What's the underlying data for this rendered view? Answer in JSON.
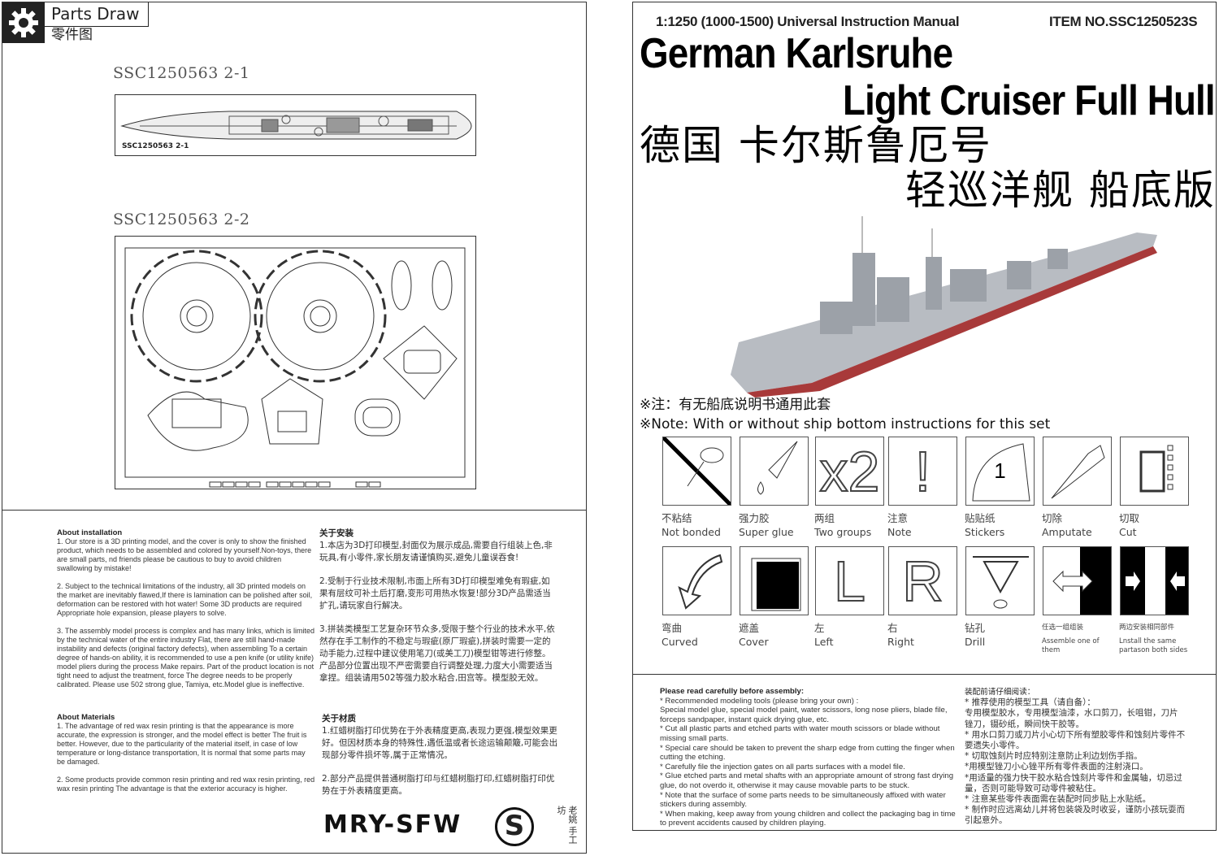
{
  "left": {
    "header": {
      "title": "Parts Draw",
      "subtitle": "零件图",
      "icon": "gear-icon"
    },
    "sheets": [
      {
        "label": "SSC1250563   2-1",
        "inner_label": "SSC1250563   2-1"
      },
      {
        "label": "SSC1250563   2-2"
      }
    ],
    "install_en": {
      "title": "About installation",
      "paras": [
        "1. Our store is a 3D printing model, and the cover is only to show the finished product, which needs to be assembled and colored by yourself.Non-toys, there are small parts,  nd friends please be cautious to buy to avoid children swallowing by mistake!",
        "2. Subject to the technical limitations of the industry, all 3D printed models on the market are inevitably flawed,If there is lamination can be polished after soil, deformation can be restored with hot water! Some 3D products are required Appropriate hole expansion, please players to solve.",
        "3. The assembly model process is complex and has many links, which is limited by the technical water of the entire industry Flat, there are still hand-made instability and defects (original factory defects), when assembling To a certain degree of hands-on ability, it is recommended to use a pen knife (or utility knife) model pliers during the process Make repairs. Part of the product location is not tight need to adjust the treatment, force The degree needs to be properly calibrated. Please use 502 strong glue, Tamiya, etc.Model glue is ineffective."
      ]
    },
    "materials_en": {
      "title": "About Materials",
      "paras": [
        "1. The advantage of red wax resin printing is that the appearance is more accurate, the expression is stronger, and the model effect is better The fruit is better. However, due to the particularity of the material itself, in case of low temperature or long-distance transportation, It is normal that some parts may be damaged.",
        "2. Some products provide common resin printing and red wax resin printing, red wax resin printing The advantage is that the exterior accuracy is higher."
      ]
    },
    "install_cn": {
      "title": "关于安装",
      "paras": [
        "1.本店为3D打印模型,封面仅为展示成品,需要自行组装上色,非玩具,有小零件,家长朋友请谨慎购买,避免儿童误吞食!",
        "2.受制于行业技术限制,市面上所有3D打印模型难免有瑕疵,如果有层纹可补土后打磨,变形可用热水恢复!部分3D产品需适当扩孔,请玩家自行解决。",
        "3.拼装类模型工艺复杂环节众多,受限于整个行业的技术水平,依然存在手工制作的不稳定与瑕疵(原厂瑕疵),拼装时需要一定的动手能力,过程中建议使用笔刀(或美工刀)模型钳等进行修整。产品部分位置出现不严密需要自行调整处理,力度大小需要适当拿捏。组装请用502等强力胶水粘合,田宫等。模型胶无效。"
      ]
    },
    "materials_cn": {
      "title": "关于材质",
      "paras": [
        "1.红蜡树脂打印优势在于外表精度更高,表现力更强,模型效果更好。但因材质本身的特殊性,遇低温或者长途运输颠簸,可能会出现部分零件损坏等,属于正常情况。",
        "2.部分产品提供普通树脂打印与红蜡树脂打印,红蜡树脂打印优势在于外表精度更高。"
      ]
    },
    "brand": "MRY-SFW",
    "seal_text": "老姚 手工坊"
  },
  "right": {
    "scale_line": "1:1250 (1000-1500)  Universal Instruction Manual",
    "item_no": "ITEM NO.SSC1250523S",
    "title_line1": "German Karlsruhe",
    "title_line2": "Light Cruiser  Full Hull",
    "title_cn1": "德国 卡尔斯鲁厄号",
    "title_cn2": "轻巡洋舰 船底版",
    "note_cn": "※注：有无船底说明书通用此套",
    "note_en": "※Note: With or without ship bottom instructions for this set",
    "colors": {
      "hull": "#b8bcc2",
      "bottom": "#a83a3a"
    },
    "icons": [
      {
        "icon": "not-bonded-icon",
        "cn": "不粘结",
        "en": "Not bonded"
      },
      {
        "icon": "super-glue-icon",
        "cn": "强力胶",
        "en": "Super glue"
      },
      {
        "icon": "two-groups-icon",
        "cn": "两组",
        "en": "Two groups",
        "glyph": "x2"
      },
      {
        "icon": "note-icon",
        "cn": "注意",
        "en": "Note",
        "glyph": "!"
      },
      {
        "icon": "stickers-icon",
        "cn": "贴贴纸",
        "en": "Stickers",
        "glyph": "1"
      },
      {
        "icon": "amputate-icon",
        "cn": "切除",
        "en": "Amputate"
      },
      {
        "icon": "cut-icon",
        "cn": "切取",
        "en": "Cut"
      },
      {
        "icon": "curved-icon",
        "cn": "弯曲",
        "en": "Curved"
      },
      {
        "icon": "cover-icon",
        "cn": "遮盖",
        "en": "Cover"
      },
      {
        "icon": "left-icon",
        "cn": "左",
        "en": "Left",
        "glyph": "L"
      },
      {
        "icon": "right-icon",
        "cn": "右",
        "en": "Right",
        "glyph": "R"
      },
      {
        "icon": "drill-icon",
        "cn": "钻孔",
        "en": "Drill"
      },
      {
        "icon": "assemble-one-icon",
        "cn": "任选一组组装",
        "en": "Assemble one of them"
      },
      {
        "icon": "install-both-icon",
        "cn": "两边安装相同部件",
        "en": "Lnstall the same partason both sides"
      }
    ],
    "read_en": {
      "title": "Please read carefully before assembly:",
      "lines": [
        "* Recommended modeling tools (please bring your own) :",
        "Special model glue, special model paint, water scissors, long nose pliers, blade file, forceps sandpaper, instant quick drying glue, etc.",
        "* Cut all plastic parts and etched parts with water mouth scissors or blade without missing small parts.",
        "* Special care should be taken to prevent the sharp edge from cutting the finger when cutting the etching.",
        "* Carefully file the injection gates on all parts surfaces with a model file.",
        "* Glue etched parts and metal shafts with an appropriate amount of strong fast drying glue, do not overdo it, otherwise it may cause movable parts to be stuck.",
        "* Note that the surface of some parts needs to be simultaneously affixed with water stickers during assembly.",
        "* When making, keep away from young children and collect the packaging bag in time to prevent accidents caused by children playing."
      ]
    },
    "read_cn": {
      "title": "装配前请仔细阅读：",
      "lines": [
        "* 推荐使用的模型工具（请自备）：",
        "专用模型胶水，专用模型油漆，水口剪刀，长咀钳，刀片锉刀，镊砂纸，瞬间快干胶等。",
        "* 用水口剪刀或刀片小心切下所有塑胶零件和蚀刻片零件不要遗失小零件。",
        "* 切取蚀刻片时应特别注意防止利边划伤手指。",
        "*用模型锉刀小心锉平所有零件表面的注射浇口。",
        "*用适量的强力快干胶水粘合蚀刻片零件和金属轴，切忌过量，否则可能导致可动零件被粘住。",
        "* 注意某些零件表面需在装配时同步贴上水贴纸。",
        "* 制作时应远离幼儿并将包装袋及时收妥，谨防小孩玩耍而引起意外。"
      ]
    }
  }
}
